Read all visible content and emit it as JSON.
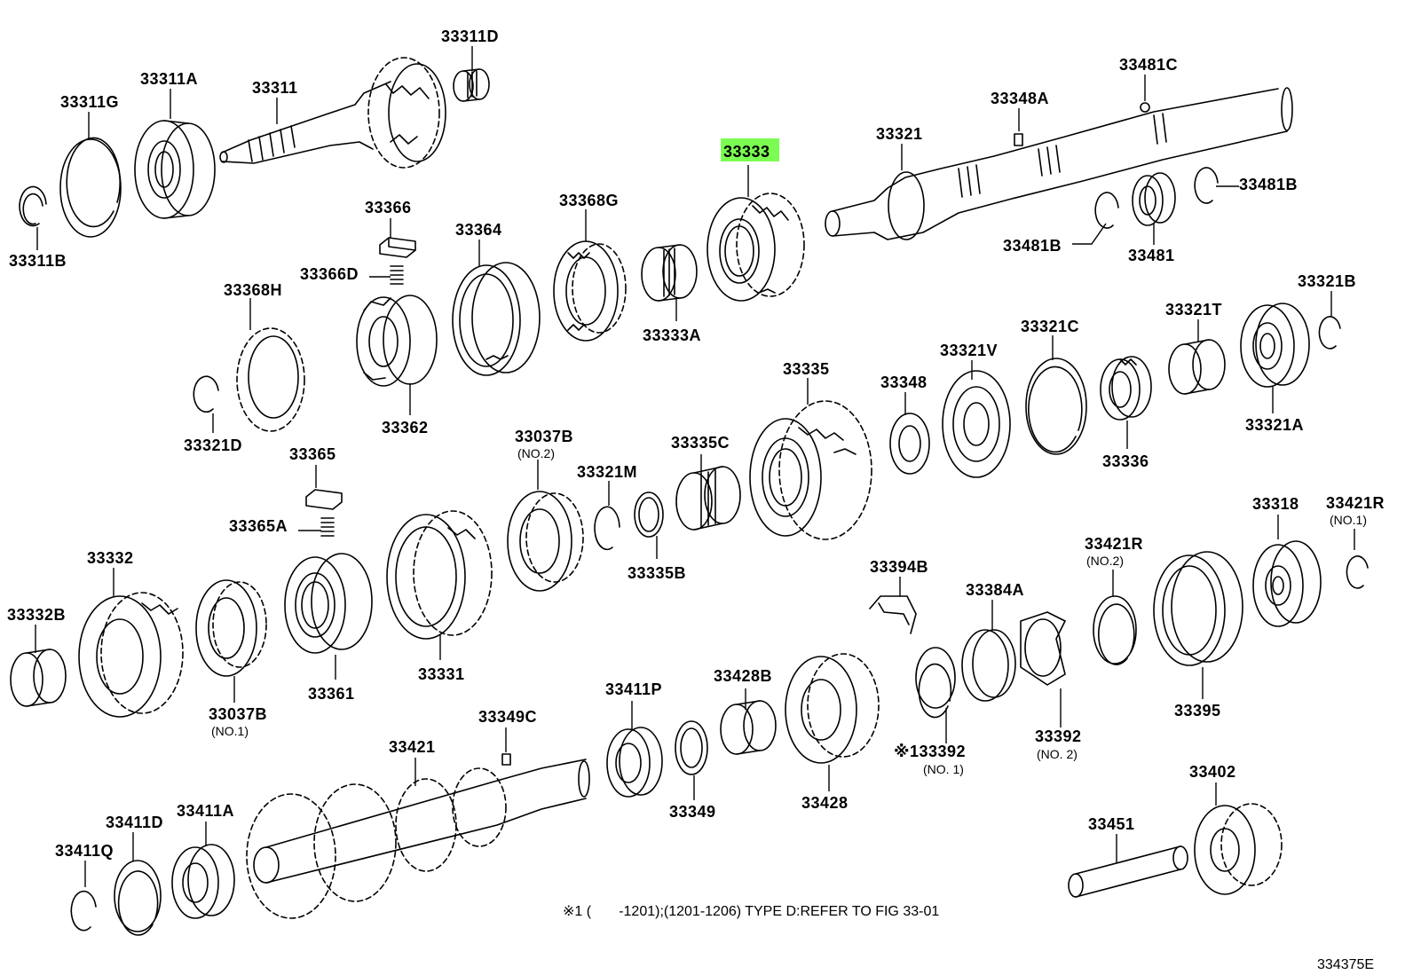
{
  "highlight_color": "#7cfc52",
  "highlighted_part": "33333",
  "labels": {
    "p33311D": "33311D",
    "p33311A": "33311A",
    "p33311": "33311",
    "p33311G": "33311G",
    "p33311B": "33311B",
    "p33481C": "33481C",
    "p33348A": "33348A",
    "p33321": "33321",
    "p33333": "33333",
    "p33481B_r": "33481B",
    "p33481B_l": "33481B",
    "p33481": "33481",
    "p33366": "33366",
    "p33368G": "33368G",
    "p33364": "33364",
    "p33366D": "33366D",
    "p33368H": "33368H",
    "p33333A": "33333A",
    "p33362": "33362",
    "p33321D": "33321D",
    "p33321B": "33321B",
    "p33321T": "33321T",
    "p33321C": "33321C",
    "p33321V": "33321V",
    "p33335": "33335",
    "p33348": "33348",
    "p33321A": "33321A",
    "p33336": "33336",
    "p33365": "33365",
    "p33037B2": "33037B",
    "p33321M": "33321M",
    "p33335C": "33335C",
    "p33365A": "33365A",
    "p33332": "33332",
    "p33332B": "33332B",
    "p33335B": "33335B",
    "p33318": "33318",
    "p33421R1": "33421R",
    "p33421R2": "33421R",
    "p33394B": "33394B",
    "p33384A": "33384A",
    "p33361": "33361",
    "p33331": "33331",
    "p33037B1": "33037B",
    "p33411P": "33411P",
    "p33428B": "33428B",
    "p33349C": "33349C",
    "p33421": "33421",
    "p33392_1": "※133392",
    "p33392_2": "33392",
    "p33395": "33395",
    "p33349": "33349",
    "p33428": "33428",
    "p33402": "33402",
    "p33411D": "33411D",
    "p33411A": "33411A",
    "p33411Q": "33411Q",
    "p33451": "33451"
  },
  "sublabels": {
    "p33037B2": "(NO.2)",
    "p33037B1": "(NO.1)",
    "p33421R1": "(NO.1)",
    "p33421R2": "(NO.2)",
    "p33392_1": "(NO. 1)",
    "p33392_2": "(NO. 2)"
  },
  "footnote": "※1 (       -1201);(1201-1206) TYPE D:REFER TO FIG 33-01",
  "figure_id": "334375E"
}
